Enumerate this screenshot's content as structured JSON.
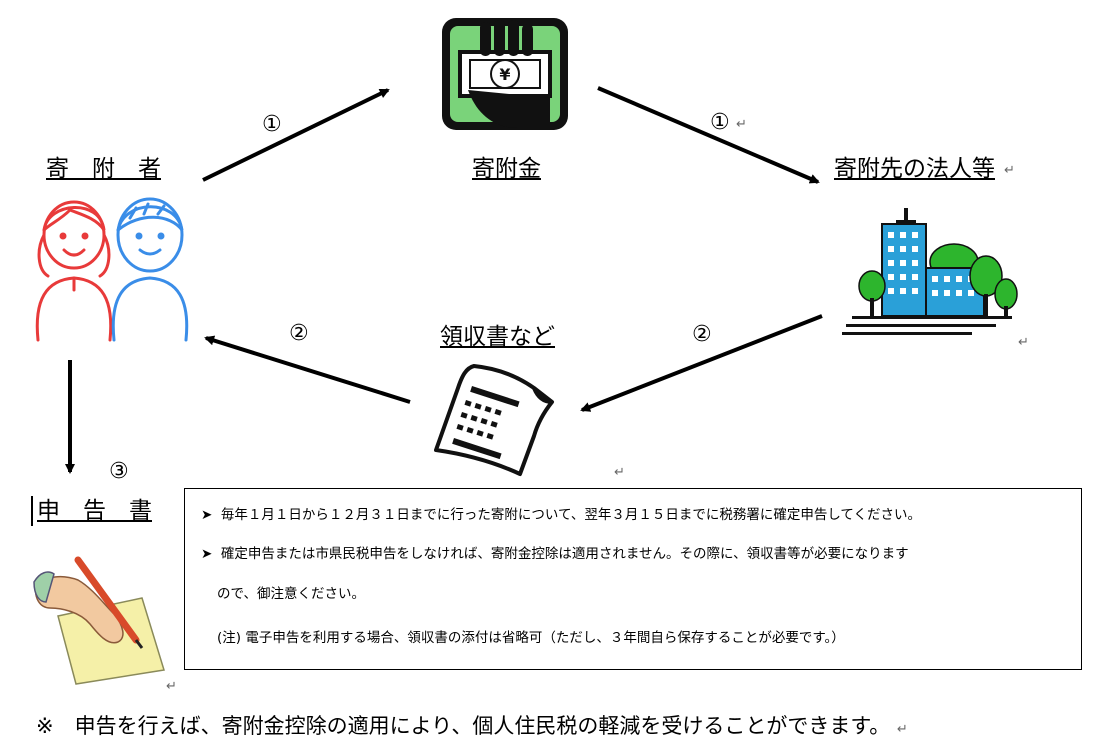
{
  "labels": {
    "donor": "寄　附　者",
    "donation": "寄附金",
    "recipient": "寄附先の法人等",
    "receipt": "領収書など",
    "declaration": "申　告　書"
  },
  "steps": {
    "step1_left": "①",
    "step1_right": "①",
    "step2_left": "②",
    "step2_right": "②",
    "step3": "③"
  },
  "icons": {
    "yen_symbol": "¥"
  },
  "notes": {
    "note1": "毎年１月１日から１２月３１日までに行った寄附について、翌年３月１５日までに税務署に確定申告してください。",
    "note2_line1": "確定申告または市県民税申告をしなければ、寄附金控除は適用されません。その際に、領収書等が必要になります",
    "note2_line2": "ので、御注意ください。",
    "note3": "(注) 電子申告を利用する場合、領収書の添付は省略可（ただし、３年間自ら保存することが必要です。）"
  },
  "bullet": "➤",
  "bottom_note": "※　申告を行えば、寄附金控除の適用により、個人住民税の軽減を受けることができます。",
  "return_mark": "↵",
  "colors": {
    "woman": "#e83a3a",
    "man": "#3a8de8",
    "money_bg": "#7ad37a",
    "building": "#2aa0d8",
    "tree": "#2db52d",
    "hand": "#f2c9a0",
    "paper": "#f5f0a8"
  }
}
